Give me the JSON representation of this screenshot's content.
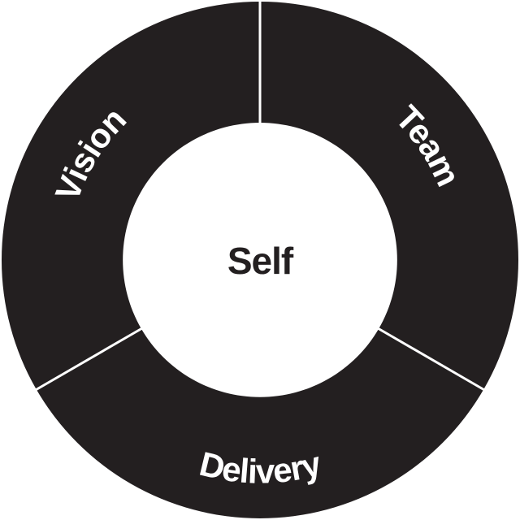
{
  "center": {
    "label": "Self"
  },
  "segments": [
    {
      "label": "Team"
    },
    {
      "label": "Delivery"
    },
    {
      "label": "Vision"
    }
  ],
  "colors": {
    "segment_fill": "#231f20",
    "divider": "#ffffff",
    "center_fill": "#ffffff",
    "center_text": "#231f20",
    "segment_text": "#ffffff"
  }
}
